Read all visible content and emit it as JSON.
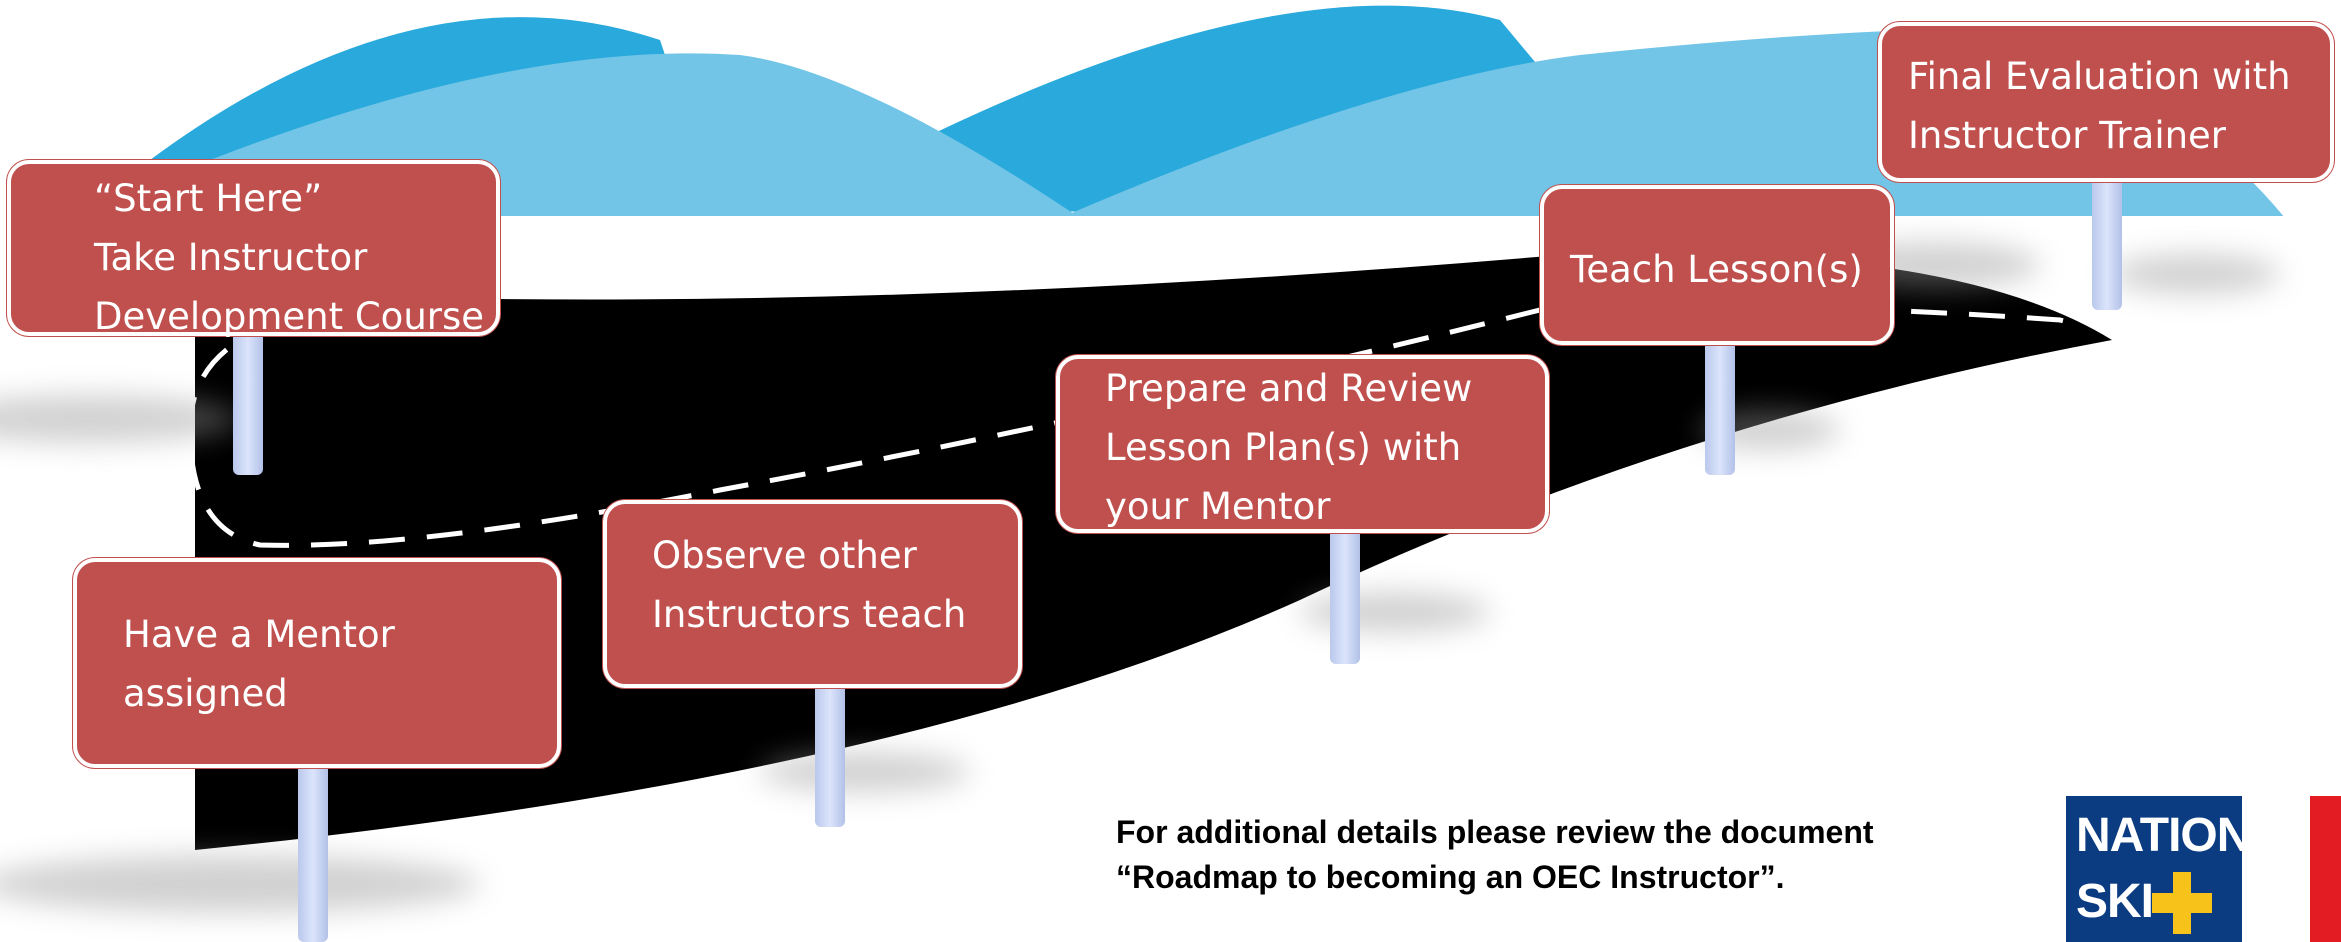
{
  "colors": {
    "sign_fill": "#c0504d",
    "sign_text": "#ffffff",
    "mountain_dark": "#29a9dc",
    "mountain_light": "#72c5e7",
    "trail": "#000000",
    "post": "#c9d5f3",
    "logo_blue": "#0b3c82",
    "logo_cross": "#f7c31b",
    "logo_red": "#e31b23"
  },
  "steps": [
    {
      "lines": [
        "“Start Here”",
        "Take Instructor",
        "Development Course"
      ]
    },
    {
      "lines": [
        "Have a Mentor",
        "assigned"
      ]
    },
    {
      "lines": [
        "Observe other",
        "Instructors teach"
      ]
    },
    {
      "lines": [
        "Prepare and Review",
        "Lesson Plan(s) with",
        "your Mentor"
      ]
    },
    {
      "lines": [
        "Teach Lesson(s)"
      ]
    },
    {
      "lines": [
        "Final Evaluation with",
        "Instructor Trainer"
      ]
    }
  ],
  "note": {
    "line1": "For additional details please review the document",
    "line2": "“Roadmap to becoming an OEC Instructor”."
  },
  "logo": {
    "line1": "NATIONAL",
    "line2": "SKI",
    "cross_icon": "plus-cross-icon"
  }
}
